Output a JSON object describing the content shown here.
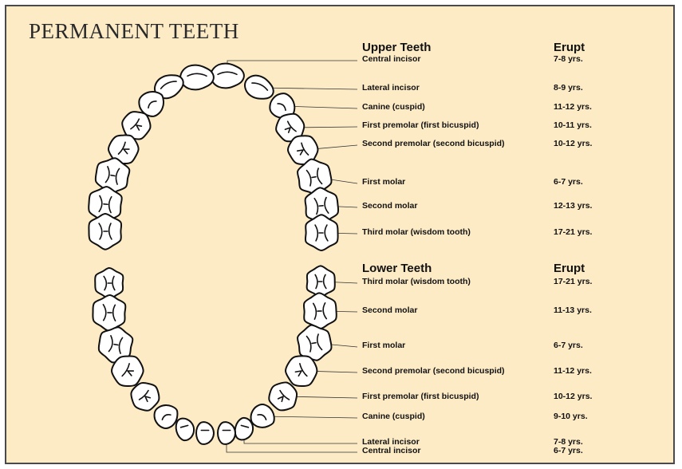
{
  "title": "PERMANENT TEETH",
  "upper": {
    "heading": "Upper Teeth",
    "erupt_heading": "Erupt",
    "items": [
      {
        "name": "Central incisor",
        "erupt": "7-8 yrs."
      },
      {
        "name": "Lateral incisor",
        "erupt": "8-9 yrs."
      },
      {
        "name": "Canine (cuspid)",
        "erupt": "11-12 yrs."
      },
      {
        "name": "First premolar (first bicuspid)",
        "erupt": "10-11 yrs."
      },
      {
        "name": "Second premolar (second bicuspid)",
        "erupt": "10-12 yrs."
      },
      {
        "name": "First molar",
        "erupt": "6-7 yrs."
      },
      {
        "name": "Second molar",
        "erupt": "12-13 yrs."
      },
      {
        "name": "Third molar (wisdom tooth)",
        "erupt": "17-21 yrs."
      }
    ]
  },
  "lower": {
    "heading": "Lower Teeth",
    "erupt_heading": "Erupt",
    "items": [
      {
        "name": "Third molar (wisdom tooth)",
        "erupt": "17-21 yrs."
      },
      {
        "name": "Second molar",
        "erupt": "11-13 yrs."
      },
      {
        "name": "First molar",
        "erupt": "6-7 yrs."
      },
      {
        "name": "Second premolar (second bicuspid)",
        "erupt": "11-12 yrs."
      },
      {
        "name": "First premolar (first bicuspid)",
        "erupt": "10-12 yrs."
      },
      {
        "name": "Canine (cuspid)",
        "erupt": "9-10 yrs."
      },
      {
        "name": "Lateral incisor",
        "erupt": "7-8 yrs."
      },
      {
        "name": "Central incisor",
        "erupt": "6-7 yrs."
      }
    ]
  },
  "colors": {
    "background": "#fdebc6",
    "tooth_fill": "#ffffff",
    "outline": "#111111",
    "border": "#4a4a4a"
  }
}
